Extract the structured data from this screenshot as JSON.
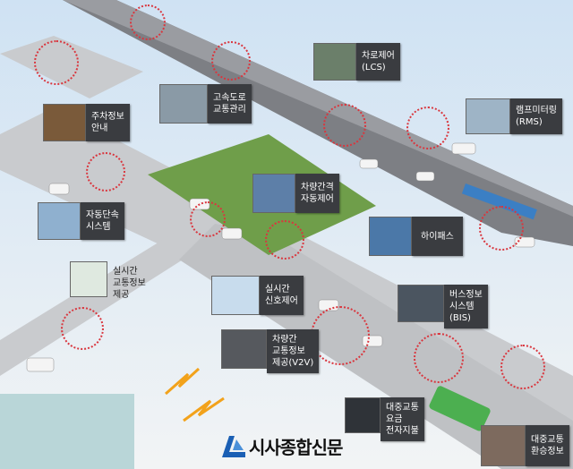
{
  "callouts": [
    {
      "id": "parking",
      "lines": [
        "주차정보",
        "안내"
      ]
    },
    {
      "id": "highway",
      "lines": [
        "고속도로",
        "교통관리"
      ]
    },
    {
      "id": "lcs",
      "lines": [
        "차로제어",
        "(LCS)"
      ]
    },
    {
      "id": "rms",
      "lines": [
        "램프미터링",
        "(RMS)"
      ]
    },
    {
      "id": "enforcement",
      "lines": [
        "자동단속",
        "시스템"
      ]
    },
    {
      "id": "gap",
      "lines": [
        "차량간격",
        "자동제어"
      ]
    },
    {
      "id": "hipass",
      "lines": [
        "하이패스"
      ]
    },
    {
      "id": "traffic-info",
      "lines": [
        "실시간",
        "교통정보",
        "제공"
      ]
    },
    {
      "id": "signal",
      "lines": [
        "실시간",
        "신호제어"
      ]
    },
    {
      "id": "bis",
      "lines": [
        "버스정보",
        "시스템",
        "(BIS)"
      ]
    },
    {
      "id": "v2v",
      "lines": [
        "차량간",
        "교통정보",
        "제공(V2V)"
      ]
    },
    {
      "id": "payment",
      "lines": [
        "대중교통",
        "요금",
        "전자지불"
      ]
    },
    {
      "id": "transfer",
      "lines": [
        "대중교통",
        "환승정보"
      ]
    }
  ],
  "logo": {
    "text": "시사종합신문",
    "color": "#1a5fb4"
  }
}
